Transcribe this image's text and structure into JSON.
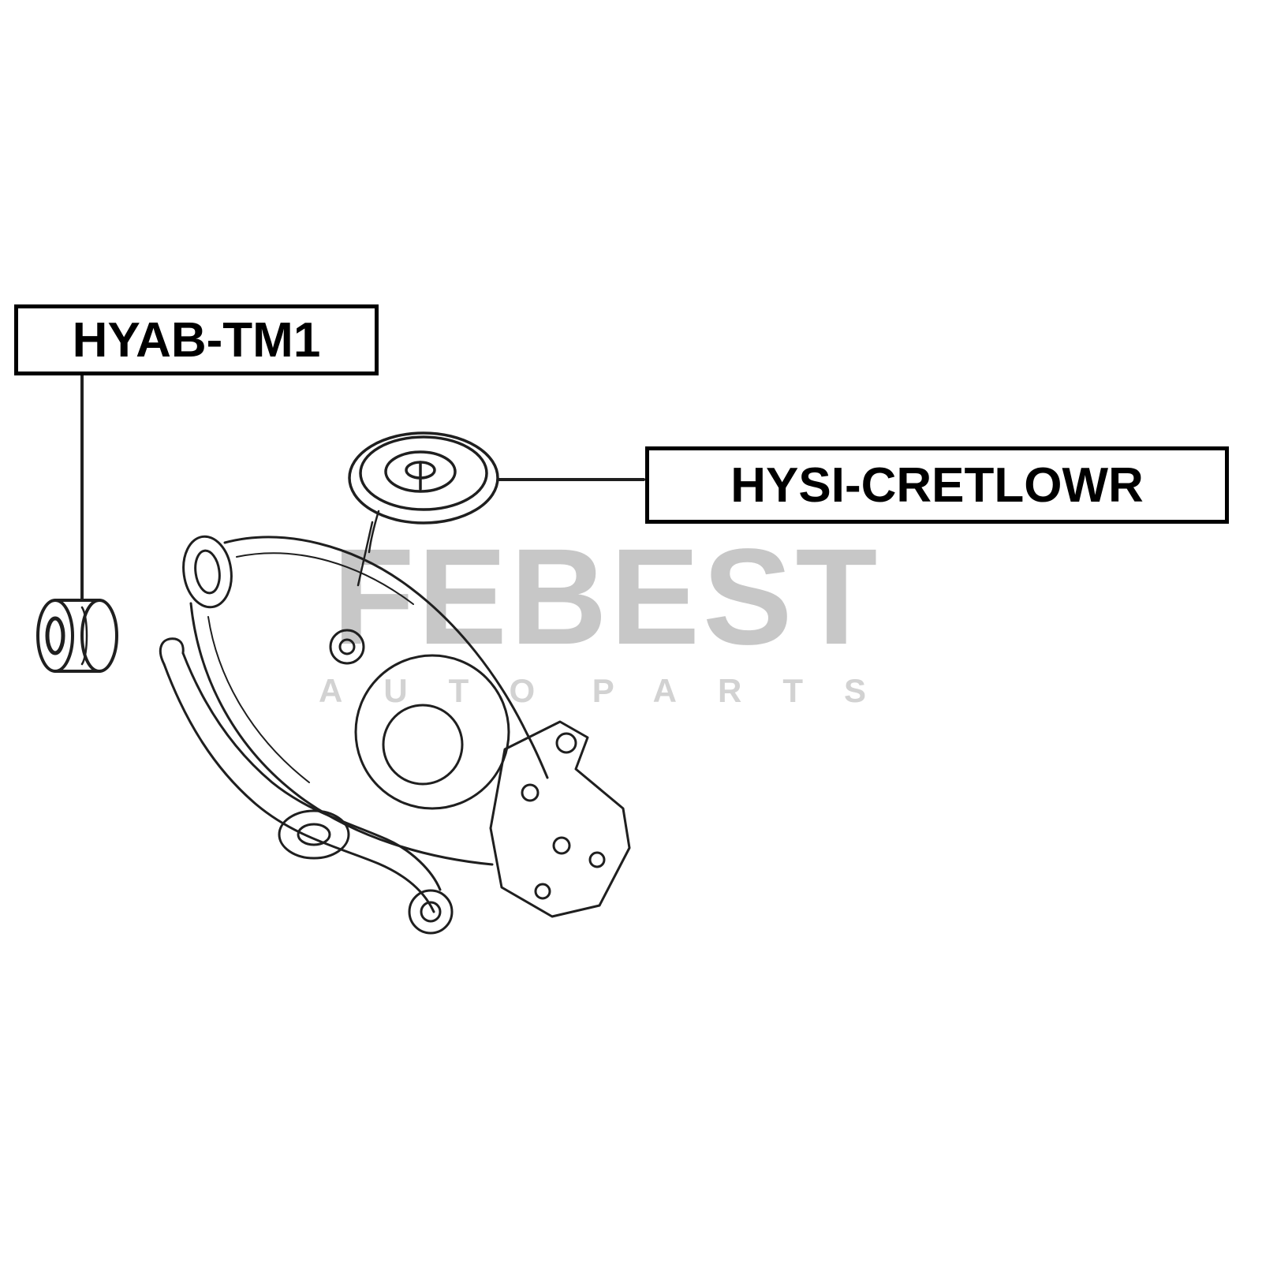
{
  "labels": {
    "part1": "HYAB-TM1",
    "part2": "HYSI-CRETLOWR"
  },
  "watermark": {
    "brand": "FEBEST",
    "subtitle_left": "AUTO",
    "subtitle_right": "PARTS"
  },
  "colors": {
    "background": "#ffffff",
    "line_art": "#1f1f1f",
    "label_border": "#000000",
    "label_text": "#000000",
    "watermark_brand": "#c7c7c7",
    "watermark_subtitle": "#d2d2d2"
  }
}
